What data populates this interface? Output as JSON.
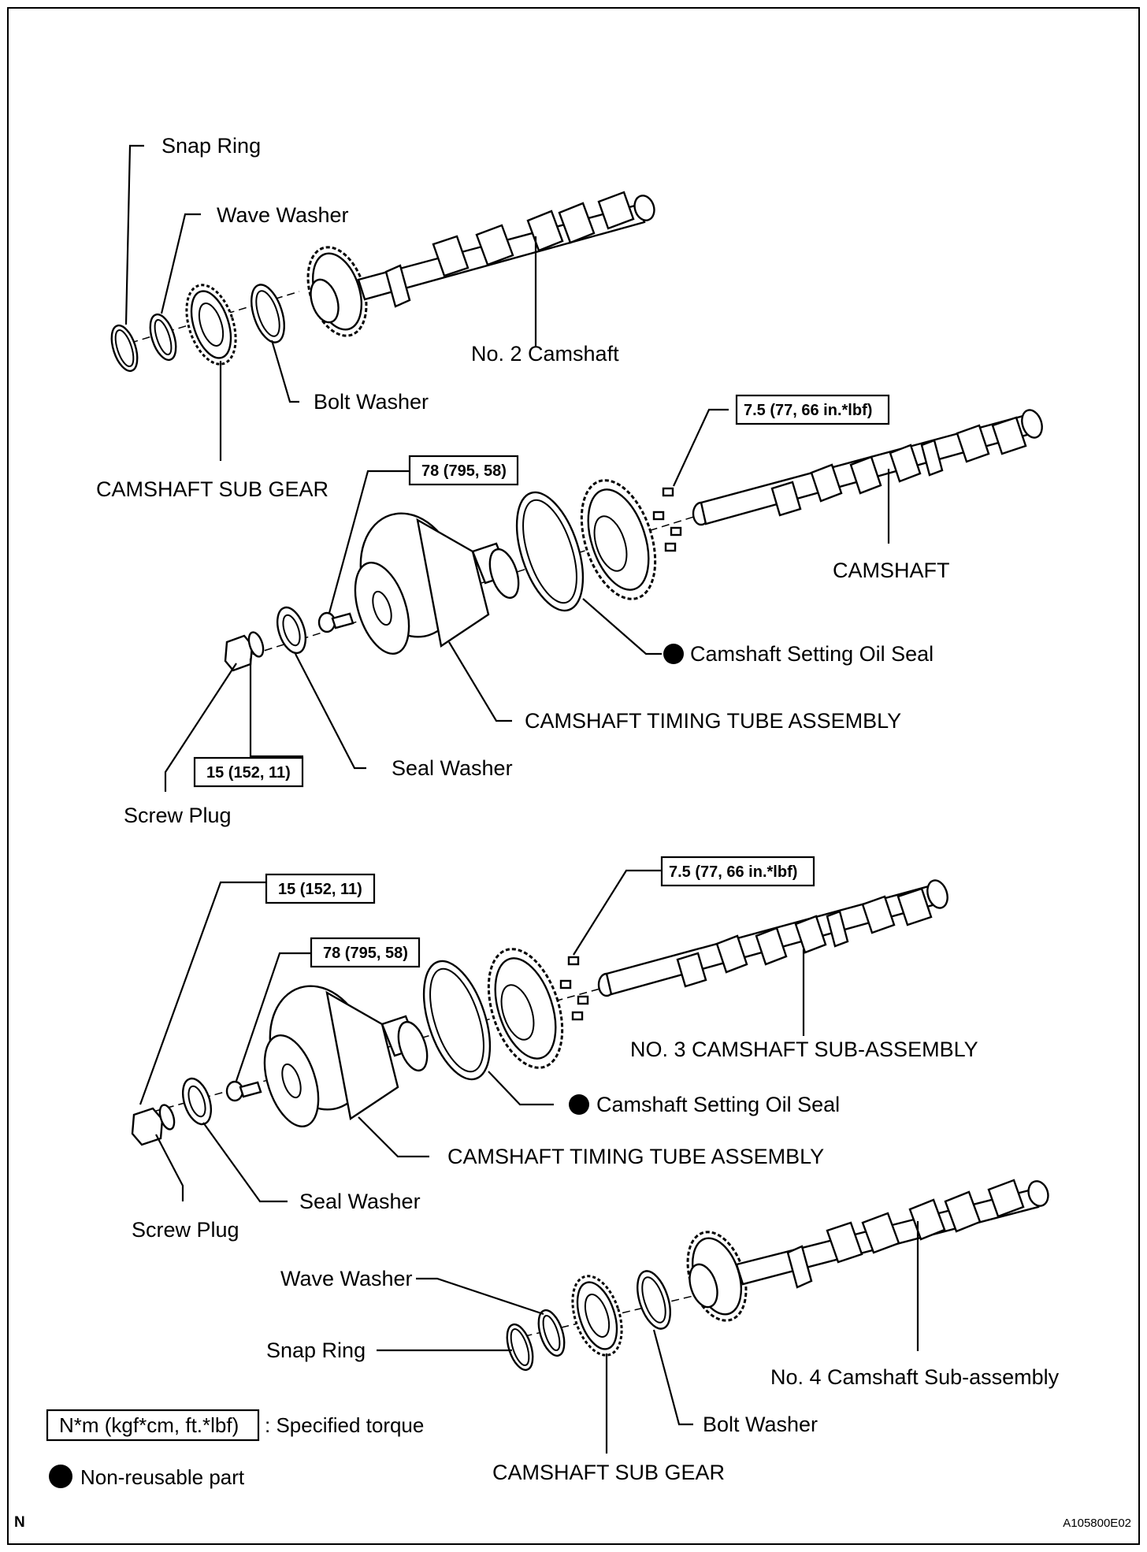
{
  "labels": {
    "snap_ring_1": "Snap Ring",
    "wave_washer_1": "Wave Washer",
    "no2_camshaft": "No. 2 Camshaft",
    "bolt_washer_1": "Bolt Washer",
    "camshaft_sub_gear_1": "CAMSHAFT SUB GEAR",
    "camshaft": "CAMSHAFT",
    "camshaft_setting_oil_seal_1": "Camshaft Setting Oil Seal",
    "camshaft_timing_tube_assembly_1": "CAMSHAFT TIMING TUBE ASSEMBLY",
    "seal_washer_1": "Seal Washer",
    "screw_plug_1": "Screw Plug",
    "no3_camshaft_sub_assembly": "NO. 3 CAMSHAFT SUB-ASSEMBLY",
    "camshaft_setting_oil_seal_2": "Camshaft Setting Oil Seal",
    "camshaft_timing_tube_assembly_2": "CAMSHAFT TIMING TUBE ASSEMBLY",
    "seal_washer_2": "Seal Washer",
    "screw_plug_2": "Screw Plug",
    "wave_washer_2": "Wave Washer",
    "snap_ring_2": "Snap Ring",
    "no4_camshaft_sub_assembly": "No. 4 Camshaft Sub-assembly",
    "bolt_washer_2": "Bolt Washer",
    "camshaft_sub_gear_2": "CAMSHAFT SUB GEAR"
  },
  "torques": {
    "t1": "7.5 (77, 66 in.*lbf)",
    "t2": "78 (795, 58)",
    "t3": "15 (152, 11)",
    "t4": "7.5 (77, 66 in.*lbf)",
    "t5": "15 (152, 11)",
    "t6": "78 (795, 58)"
  },
  "legend": {
    "torque_box": "N*m (kgf*cm, ft.*lbf)",
    "torque_text": ": Specified torque",
    "nonreusable_text": "Non-reusable part"
  },
  "corner": {
    "left": "N",
    "right": "A105800E02"
  },
  "icons": {
    "nonreusable": "filled-circle-icon"
  }
}
